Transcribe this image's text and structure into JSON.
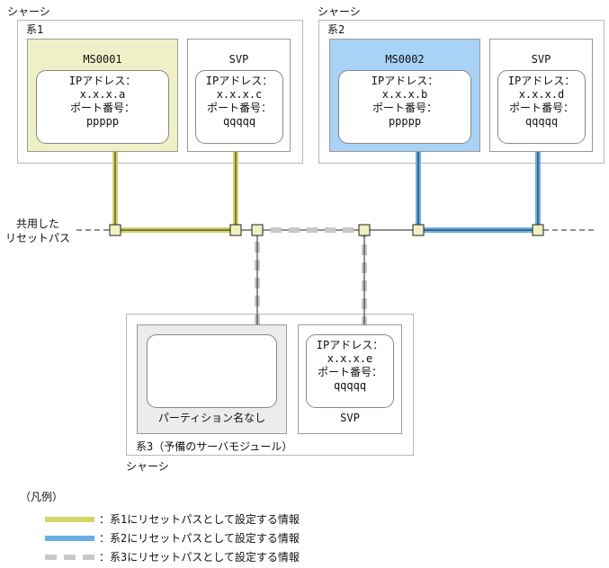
{
  "chassis_label": "シャーシ",
  "system1": {
    "label": "系1",
    "ms": {
      "name": "MS0001",
      "ip_label": "IPアドレス：",
      "ip": "x.x.x.a",
      "port_label": "ポート番号：",
      "port": "ppppp"
    },
    "svp": {
      "name": "SVP",
      "ip_label": "IPアドレス：",
      "ip": "x.x.x.c",
      "port_label": "ポート番号：",
      "port": "qqqqq"
    }
  },
  "system2": {
    "label": "系2",
    "ms": {
      "name": "MS0002",
      "ip_label": "IPアドレス：",
      "ip": "x.x.x.b",
      "port_label": "ポート番号：",
      "port": "ppppp"
    },
    "svp": {
      "name": "SVP",
      "ip_label": "IPアドレス：",
      "ip": "x.x.x.d",
      "port_label": "ポート番号：",
      "port": "qqqqq"
    }
  },
  "system3": {
    "label": "系3（予備のサーバモジュール）",
    "partition_label": "パーティション名なし",
    "svp": {
      "name": "SVP",
      "ip_label": "IPアドレス：",
      "ip": "x.x.x.e",
      "port_label": "ポート番号：",
      "port": "qqqqq"
    }
  },
  "shared_path": {
    "line1": "共用した",
    "line2": "リセットパス"
  },
  "legend": {
    "title": "（凡例）",
    "items": [
      {
        "label": "：系1にリセットパスとして設定する情報",
        "color": "#d4d46a",
        "style": "solid"
      },
      {
        "label": "：系2にリセットパスとして設定する情報",
        "color": "#6aaee6",
        "style": "solid"
      },
      {
        "label": "：系3にリセットパスとして設定する情報",
        "color": "#c8c8c8",
        "style": "dashed"
      }
    ]
  },
  "colors": {
    "system1_fill": "#f0f0c8",
    "system2_fill": "#a8d2f6",
    "partition_fill": "#ececec",
    "connector": "#f0f0c0"
  }
}
